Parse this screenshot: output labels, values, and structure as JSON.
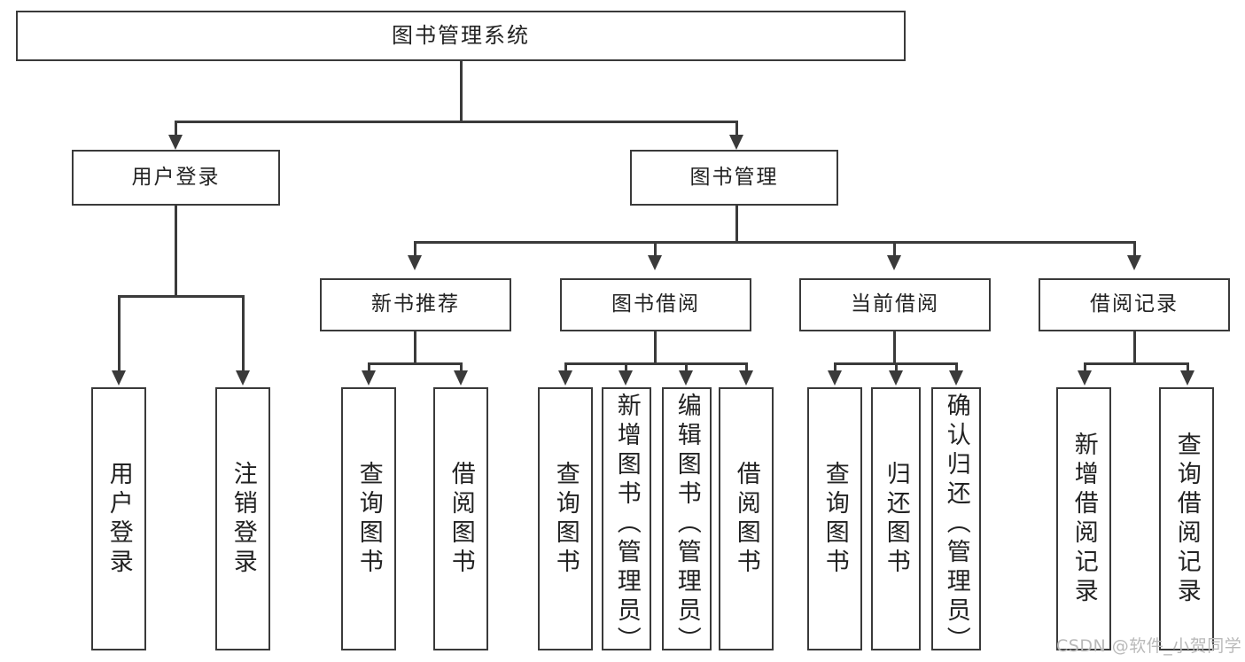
{
  "diagram": {
    "title": "图书管理系统",
    "type": "tree-hierarchy-chart",
    "colors": {
      "stroke": "#3a3a3a",
      "fill": "#ffffff",
      "text": "#222222",
      "watermark": "#b9b9b9"
    },
    "root": {
      "label": "图书管理系统"
    },
    "level2": [
      {
        "label": "用户登录"
      },
      {
        "label": "图书管理"
      }
    ],
    "level3": [
      {
        "label": "新书推荐"
      },
      {
        "label": "图书借阅"
      },
      {
        "label": "当前借阅"
      },
      {
        "label": "借阅记录"
      }
    ],
    "leaves": {
      "user_login": [
        {
          "label": "用户登录"
        },
        {
          "label": "注销登录"
        }
      ],
      "new_book_recommend": [
        {
          "label": "查询图书"
        },
        {
          "label": "借阅图书"
        }
      ],
      "book_borrow": [
        {
          "label": "查询图书"
        },
        {
          "label": "新增图书（管理员）"
        },
        {
          "label": "编辑图书（管理员）"
        },
        {
          "label": "借阅图书"
        }
      ],
      "current_borrow": [
        {
          "label": "查询图书"
        },
        {
          "label": "归还图书"
        },
        {
          "label": "确认归还（管理员）"
        }
      ],
      "borrow_record": [
        {
          "label": "新增借阅记录"
        },
        {
          "label": "查询借阅记录"
        }
      ]
    }
  },
  "watermark": {
    "text": "CSDN @软件_小贺同学"
  }
}
